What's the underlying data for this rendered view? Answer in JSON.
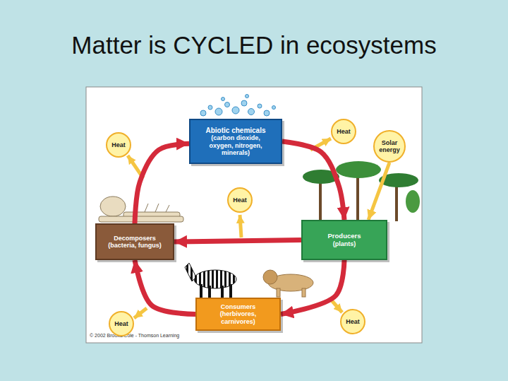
{
  "diagram": {
    "title": "Matter is CYCLED in ecosystems",
    "nodes": [
      {
        "text": [
          "Abiotic chemicals",
          "(carbon dioxide, oxygen, nitrogen, minerals)"
        ]
      },
      {
        "text": [
          "Heat"
        ]
      },
      {
        "text": [
          "Heat"
        ]
      },
      {
        "text": [
          "Solar energy"
        ]
      },
      {
        "text": [
          "Heat"
        ]
      },
      {
        "text": [
          "Decomposers",
          "(bacteria, fungus)"
        ]
      },
      {
        "text": [
          "Producers",
          "(plants)"
        ]
      },
      {
        "text": [
          "Consumers",
          "(herbivores, carnivores)"
        ]
      },
      {
        "text": [
          "Heat"
        ]
      },
      {
        "text": [
          "Heat"
        ]
      }
    ],
    "edges": [
      {
        "from": 0,
        "to": 6,
        "arrow": "to"
      },
      {
        "from": 6,
        "to": 7,
        "arrow": "to"
      },
      {
        "from": 7,
        "to": 5,
        "arrow": "to"
      },
      {
        "from": 5,
        "to": 0,
        "arrow": "to"
      },
      {
        "from": 6,
        "to": 5,
        "arrow": "to"
      },
      {
        "from": 3,
        "to": 6,
        "arrow": "to"
      }
    ],
    "labels": [
      "© 2002 Brooks/Cole - Thomson Learning"
    ]
  }
}
